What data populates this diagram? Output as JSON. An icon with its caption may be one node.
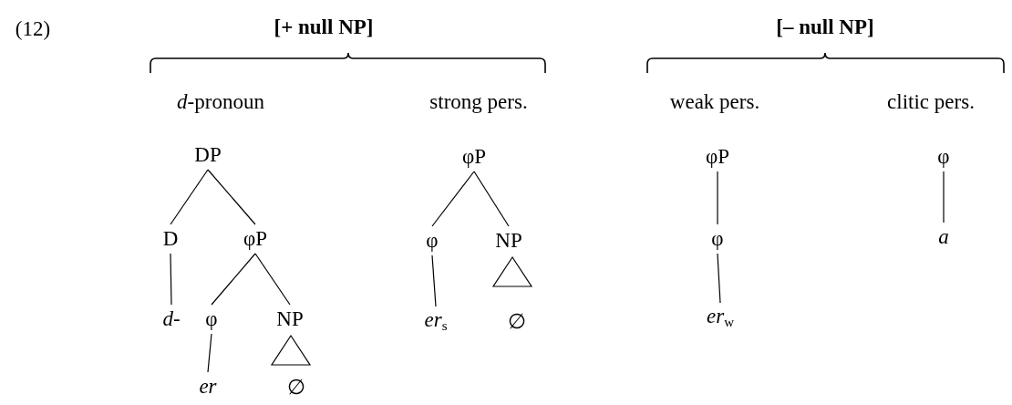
{
  "diagram": {
    "nodes": [
      {
        "text": [
          "DP"
        ]
      },
      {
        "text": [
          "D"
        ]
      },
      {
        "text": [
          "φP"
        ]
      },
      {
        "text": [
          "d-"
        ]
      },
      {
        "text": [
          "φ"
        ]
      },
      {
        "text": [
          "NP"
        ]
      },
      {
        "text": [
          "er"
        ]
      },
      {
        "text": [
          "∅"
        ]
      },
      {
        "text": [
          "φP"
        ]
      },
      {
        "text": [
          "φ"
        ]
      },
      {
        "text": [
          "NP"
        ]
      },
      {
        "text": [
          "*er*$_{s}$"
        ]
      },
      {
        "text": [
          "∅"
        ]
      },
      {
        "text": [
          "φP"
        ]
      },
      {
        "text": [
          "φ"
        ]
      },
      {
        "text": [
          "*er*$_{w}$"
        ]
      },
      {
        "text": [
          "φ"
        ]
      },
      {
        "text": [
          "a"
        ]
      }
    ],
    "edges": [
      {
        "from": 0,
        "to": 1,
        "arrow": "none"
      },
      {
        "from": 0,
        "to": 2,
        "arrow": "none"
      },
      {
        "from": 1,
        "to": 3,
        "arrow": "none"
      },
      {
        "from": 2,
        "to": 4,
        "arrow": "none"
      },
      {
        "from": 2,
        "to": 5,
        "arrow": "none"
      },
      {
        "from": 4,
        "to": 6,
        "arrow": "none"
      },
      {
        "from": 8,
        "to": 9,
        "arrow": "none"
      },
      {
        "from": 8,
        "to": 10,
        "arrow": "none"
      },
      {
        "from": 9,
        "to": 11,
        "arrow": "none"
      },
      {
        "from": 13,
        "to": 14,
        "arrow": "none"
      },
      {
        "from": 14,
        "to": 15,
        "arrow": "none"
      },
      {
        "from": 16,
        "to": 17,
        "arrow": "none"
      }
    ],
    "labels": [
      "(12)",
      "[+ null NP]",
      "[– null NP]",
      "*d*-pronoun",
      "strong pers.",
      "weak pers.",
      "clitic pers."
    ]
  }
}
